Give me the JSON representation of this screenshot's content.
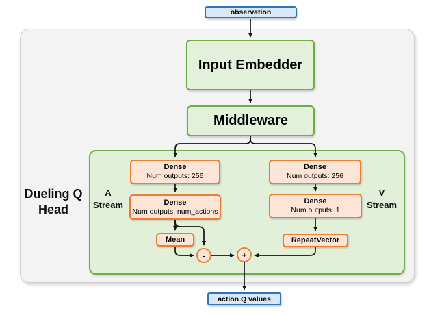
{
  "colors": {
    "blue_border": "#2e75b6",
    "blue_fill": "#d9e8f6",
    "green_border": "#70ad47",
    "green_fill": "#e3f0da",
    "orange_border": "#ed7d31",
    "orange_fill": "#fce5d6",
    "container_fill": "#f3f3f3",
    "arrow": "#141414"
  },
  "nodes": {
    "observation": {
      "label": "observation"
    },
    "input_embedder": {
      "label": "Input Embedder"
    },
    "middleware": {
      "label": "Middleware"
    },
    "action_q_values": {
      "label": "action Q values"
    }
  },
  "dueling_head": {
    "label_line1": "Dueling Q",
    "label_line2": "Head",
    "a_stream": {
      "line1": "A",
      "line2": "Stream"
    },
    "v_stream": {
      "line1": "V",
      "line2": "Stream"
    },
    "a_dense_1": {
      "title": "Dense",
      "subtitle": "Num outputs: 256"
    },
    "a_dense_2": {
      "title": "Dense",
      "subtitle": "Num outputs: num_actions"
    },
    "v_dense_1": {
      "title": "Dense",
      "subtitle": "Num outputs: 256"
    },
    "v_dense_2": {
      "title": "Dense",
      "subtitle": "Num outputs: 1"
    },
    "mean": {
      "label": "Mean"
    },
    "repeat_vector": {
      "label": "RepeatVector"
    },
    "subtract": {
      "label": "-"
    },
    "add": {
      "label": "+"
    }
  }
}
